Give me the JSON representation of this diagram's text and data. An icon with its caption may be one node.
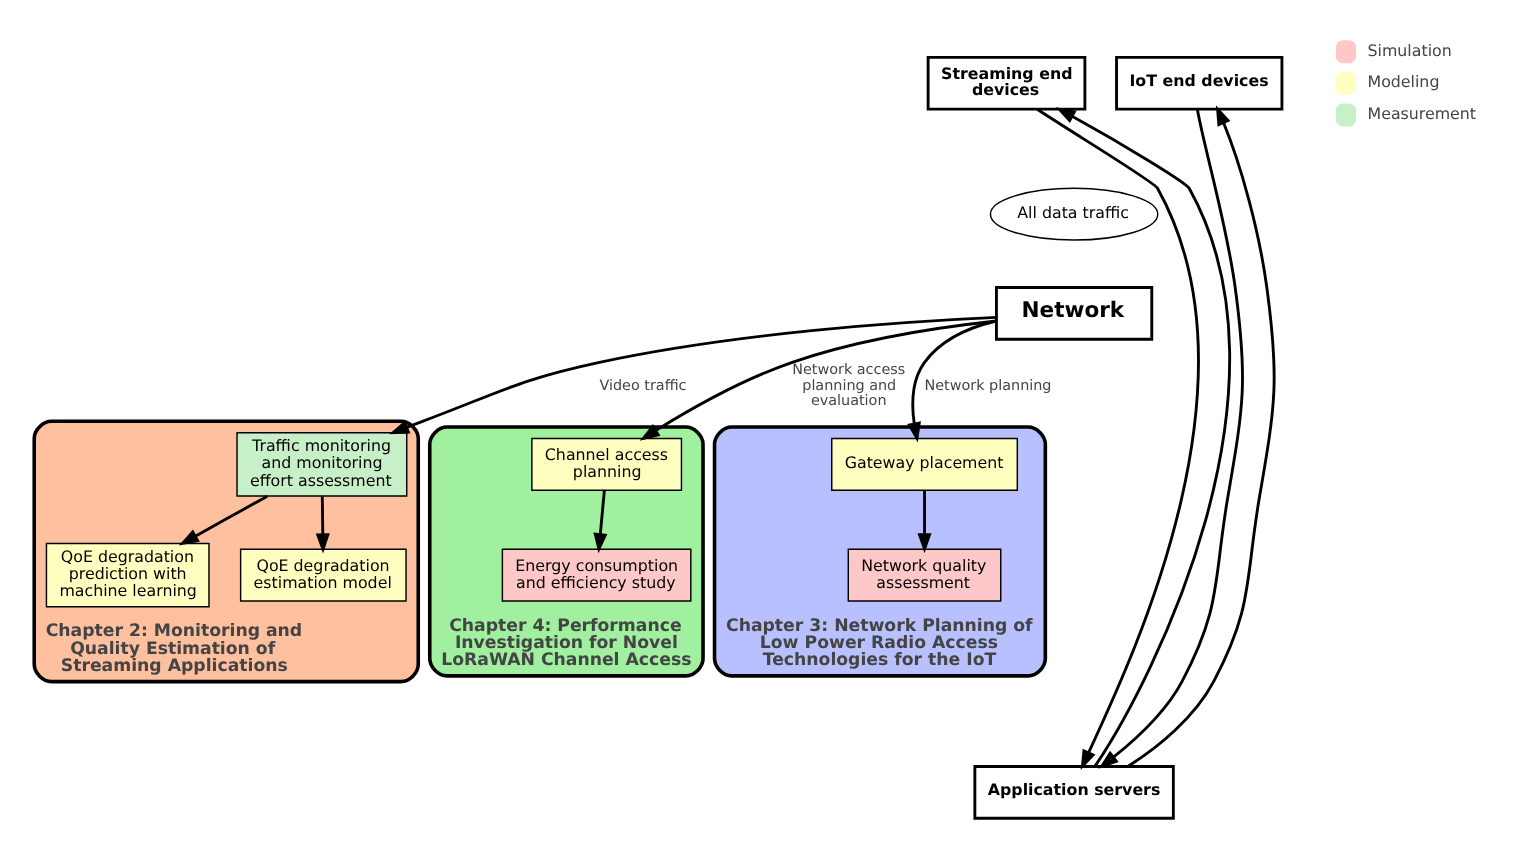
{
  "diagram": {
    "nodes": [
      {
        "text": [
          "Chapter 2: Monitoring and Quality Estimation of Streaming Applications"
        ]
      },
      {
        "text": [
          "Traffic monitoring and monitoring effort assessment"
        ],
        "in": 0
      },
      {
        "text": [
          "QoE degradation prediction with machine learning"
        ],
        "in": 0
      },
      {
        "text": [
          "QoE degradation estimation model"
        ],
        "in": 0
      },
      {
        "text": [
          "Streaming end devices"
        ]
      },
      {
        "text": [
          "IoT end devices"
        ]
      },
      {
        "text": [
          "All data traffic"
        ]
      },
      {
        "text": [
          "Network"
        ]
      },
      {
        "text": [
          "Application servers"
        ]
      },
      {
        "text": [
          "Chapter 4: Performance Investigation for Novel LoRaWAN Channel Access"
        ]
      },
      {
        "text": [
          "Energy consumption and efficiency study"
        ],
        "in": 9
      },
      {
        "text": [
          "Channel access planning"
        ],
        "in": 9
      },
      {
        "text": [
          "Chapter 3: Network Planning of Low Power Radio Access Technologies for the IoT"
        ]
      },
      {
        "text": [
          "Gateway placement"
        ],
        "in": 12
      },
      {
        "text": [
          "Network quality assessment"
        ],
        "in": 12
      }
    ],
    "edges": [
      {
        "from": 4,
        "to": 8,
        "arrow": "to"
      },
      {
        "from": 8,
        "to": 4,
        "arrow": "to"
      },
      {
        "from": 8,
        "to": 5,
        "arrow": "to"
      },
      {
        "from": 5,
        "to": 8,
        "arrow": "to"
      },
      {
        "from": 7,
        "to": 1,
        "arrow": "to",
        "label": "Video traffic"
      },
      {
        "from": 1,
        "to": 2,
        "arrow": "to"
      },
      {
        "from": 1,
        "to": 3,
        "arrow": "to"
      },
      {
        "from": 7,
        "to": 11,
        "arrow": "to",
        "label": "Network access planning and evaluation"
      },
      {
        "from": 11,
        "to": 10,
        "arrow": "to"
      },
      {
        "from": 7,
        "to": 13,
        "arrow": "to",
        "label": "Network planning"
      },
      {
        "from": 13,
        "to": 14,
        "arrow": "to"
      }
    ],
    "legend": [
      {
        "text": "Simulation",
        "color": "#ffc8c8"
      },
      {
        "text": "Modeling",
        "color": "#ffffc0"
      },
      {
        "text": "Measurement",
        "color": "#c8f0c8"
      }
    ]
  }
}
